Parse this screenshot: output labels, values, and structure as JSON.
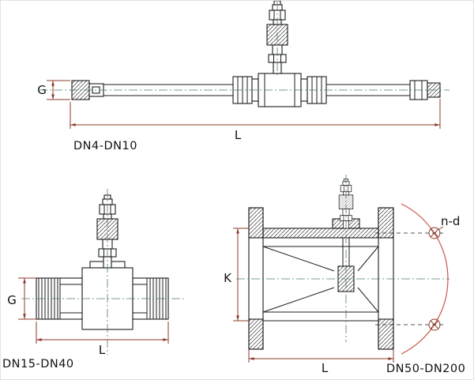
{
  "colors": {
    "background": "#ffffff",
    "line": "#1c1c1c",
    "dimension": "#8e3b2a",
    "centerline": "#4e7d66",
    "arc": "#c8564a"
  },
  "views": {
    "dn4_dn10": {
      "label": "DN4-DN10",
      "dim_g": "G",
      "dim_l": "L"
    },
    "dn15_dn40": {
      "label": "DN15-DN40",
      "dim_g": "G",
      "dim_l": "L"
    },
    "dn50_dn200": {
      "label": "DN50-DN200",
      "dim_k": "K",
      "dim_l": "L",
      "bolt_note": "n-d"
    }
  }
}
